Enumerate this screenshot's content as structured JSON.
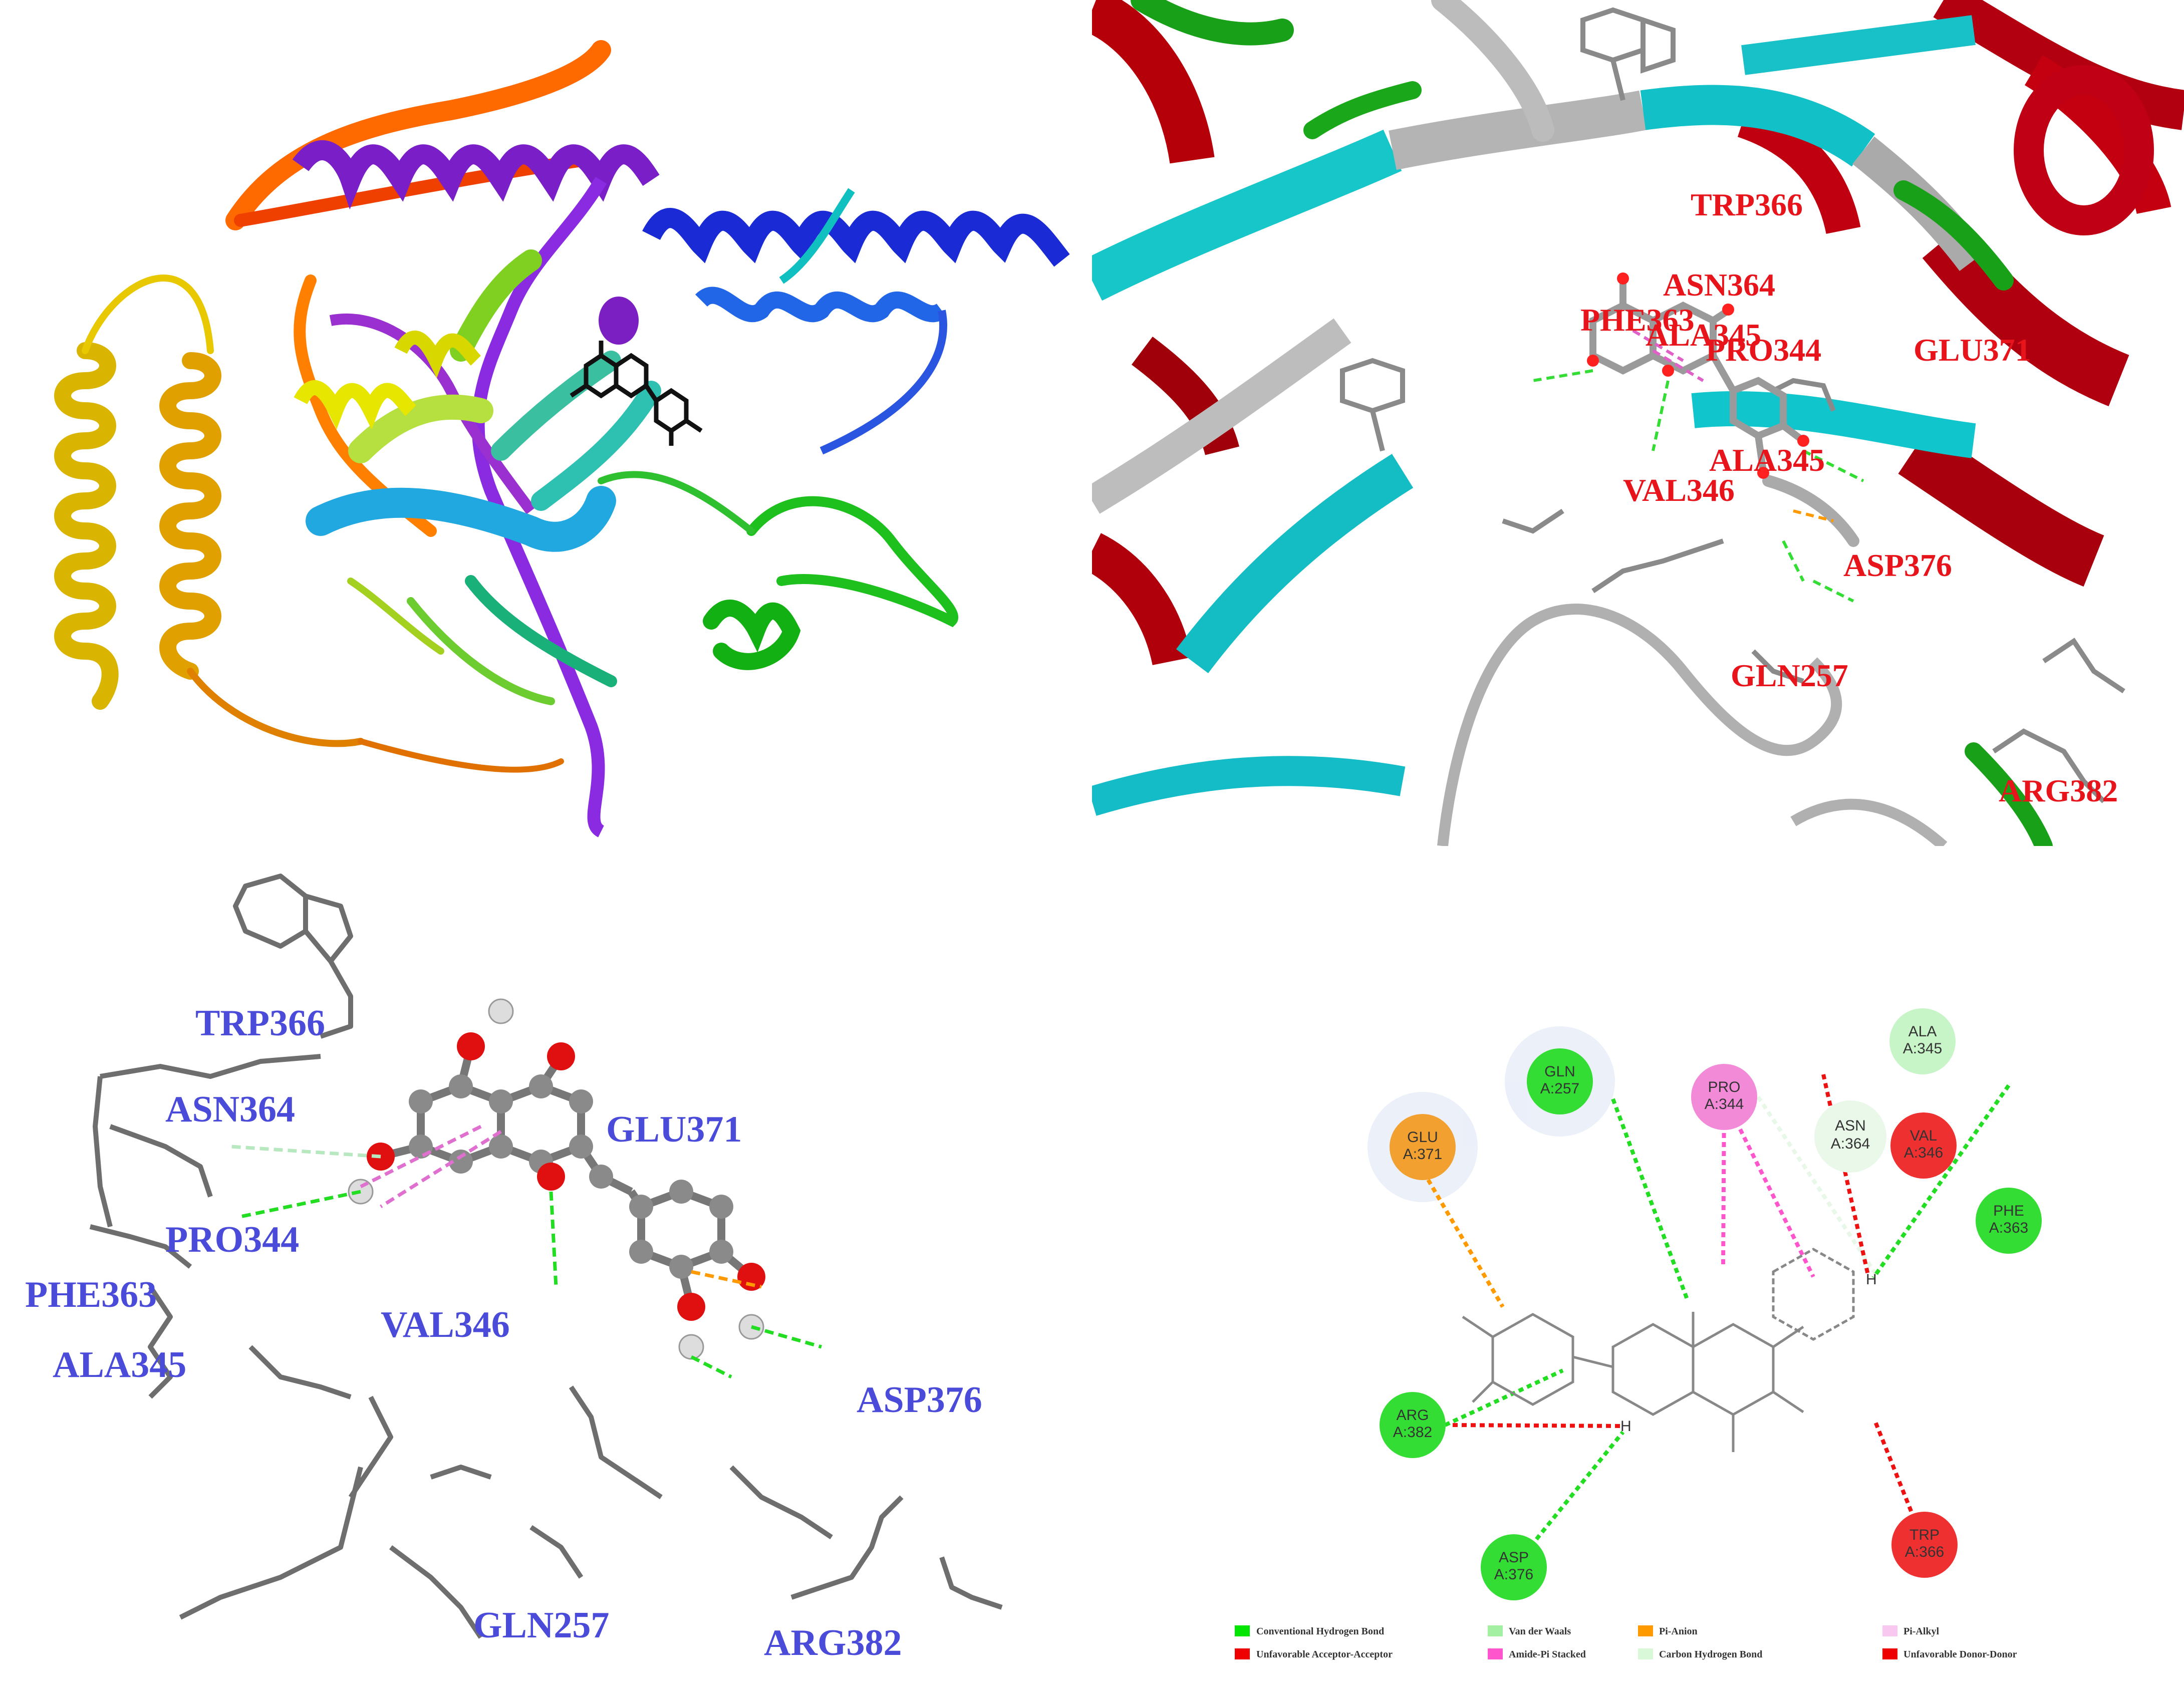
{
  "panel2_labels": [
    {
      "id": "trp366",
      "text": "TRP366"
    },
    {
      "id": "asn364",
      "text": "ASN364"
    },
    {
      "id": "phe363",
      "text": "PHE363"
    },
    {
      "id": "ala345a",
      "text": "ALA345"
    },
    {
      "id": "pro344",
      "text": "PRO344"
    },
    {
      "id": "glu371",
      "text": "GLU371"
    },
    {
      "id": "ala345b",
      "text": "ALA345"
    },
    {
      "id": "val346",
      "text": "VAL346"
    },
    {
      "id": "asp376",
      "text": "ASP376"
    },
    {
      "id": "gln257",
      "text": "GLN257"
    },
    {
      "id": "arg382",
      "text": "ARG382"
    }
  ],
  "panel3_labels": [
    {
      "id": "trp366",
      "text": "TRP366"
    },
    {
      "id": "asn364",
      "text": "ASN364"
    },
    {
      "id": "glu371",
      "text": "GLU371"
    },
    {
      "id": "pro344",
      "text": "PRO344"
    },
    {
      "id": "phe363",
      "text": "PHE363"
    },
    {
      "id": "val346",
      "text": "VAL346"
    },
    {
      "id": "ala345",
      "text": "ALA345"
    },
    {
      "id": "asp376",
      "text": "ASP376"
    },
    {
      "id": "gln257",
      "text": "GLN257"
    },
    {
      "id": "arg382",
      "text": "ARG382"
    }
  ],
  "panel4_nodes": [
    {
      "id": "ala345",
      "line1": "ALA",
      "line2": "A:345"
    },
    {
      "id": "asn364",
      "line1": "ASN",
      "line2": "A:364"
    },
    {
      "id": "val346",
      "line1": "VAL",
      "line2": "A:346"
    },
    {
      "id": "phe363",
      "line1": "PHE",
      "line2": "A:363"
    },
    {
      "id": "gln257",
      "line1": "GLN",
      "line2": "A:257"
    },
    {
      "id": "pro344",
      "line1": "PRO",
      "line2": "A:344"
    },
    {
      "id": "glu371",
      "line1": "GLU",
      "line2": "A:371"
    },
    {
      "id": "arg382",
      "line1": "ARG",
      "line2": "A:382"
    },
    {
      "id": "asp376",
      "line1": "ASP",
      "line2": "A:376"
    },
    {
      "id": "trp366",
      "line1": "TRP",
      "line2": "A:366"
    }
  ],
  "legend": [
    {
      "id": "conv-hbond",
      "label": "Conventional Hydrogen Bond",
      "color": "#00e600"
    },
    {
      "id": "vdw",
      "label": "Van der Waals",
      "color": "#a3f0a3"
    },
    {
      "id": "pi-anion",
      "label": "Pi-Anion",
      "color": "#ff9900"
    },
    {
      "id": "pi-alkyl",
      "label": "Pi-Alkyl",
      "color": "#f8c8f0"
    },
    {
      "id": "unfav-acc",
      "label": "Unfavorable Acceptor-Acceptor",
      "color": "#ee0000"
    },
    {
      "id": "amide-pi",
      "label": "Amide-Pi Stacked",
      "color": "#ff55cc"
    },
    {
      "id": "ch-bond",
      "label": "Carbon Hydrogen Bond",
      "color": "#d8f8d8"
    },
    {
      "id": "unfav-don",
      "label": "Unfavorable Donor-Donor",
      "color": "#ee0000"
    }
  ],
  "ligand_atom_labels": {
    "h": "H"
  }
}
